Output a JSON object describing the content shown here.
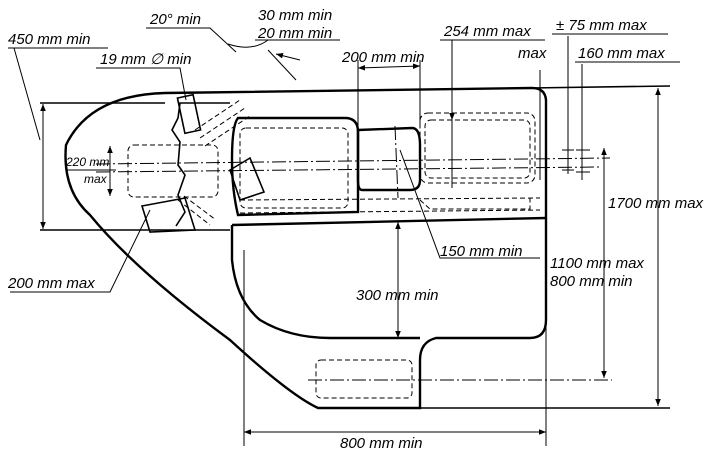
{
  "labels": {
    "l450": "450 mm min",
    "l19": "19 mm ∅ min",
    "l20deg": "20° min",
    "l30": "30 mm min",
    "l20mm": "20 mm min",
    "l200min": "200 mm min",
    "l254": "254 mm max",
    "lmax": "max",
    "l75": "± 75 mm max",
    "l160": "160 mm max",
    "l220a": "220 mm",
    "l220b": "max",
    "l1700": "1700 mm max",
    "l150": "150 mm min",
    "l1100": "1100 mm max",
    "l800min": "800 mm min",
    "l300": "300 mm min",
    "l200max": "200 mm max",
    "l800bottom": "800 mm min"
  }
}
